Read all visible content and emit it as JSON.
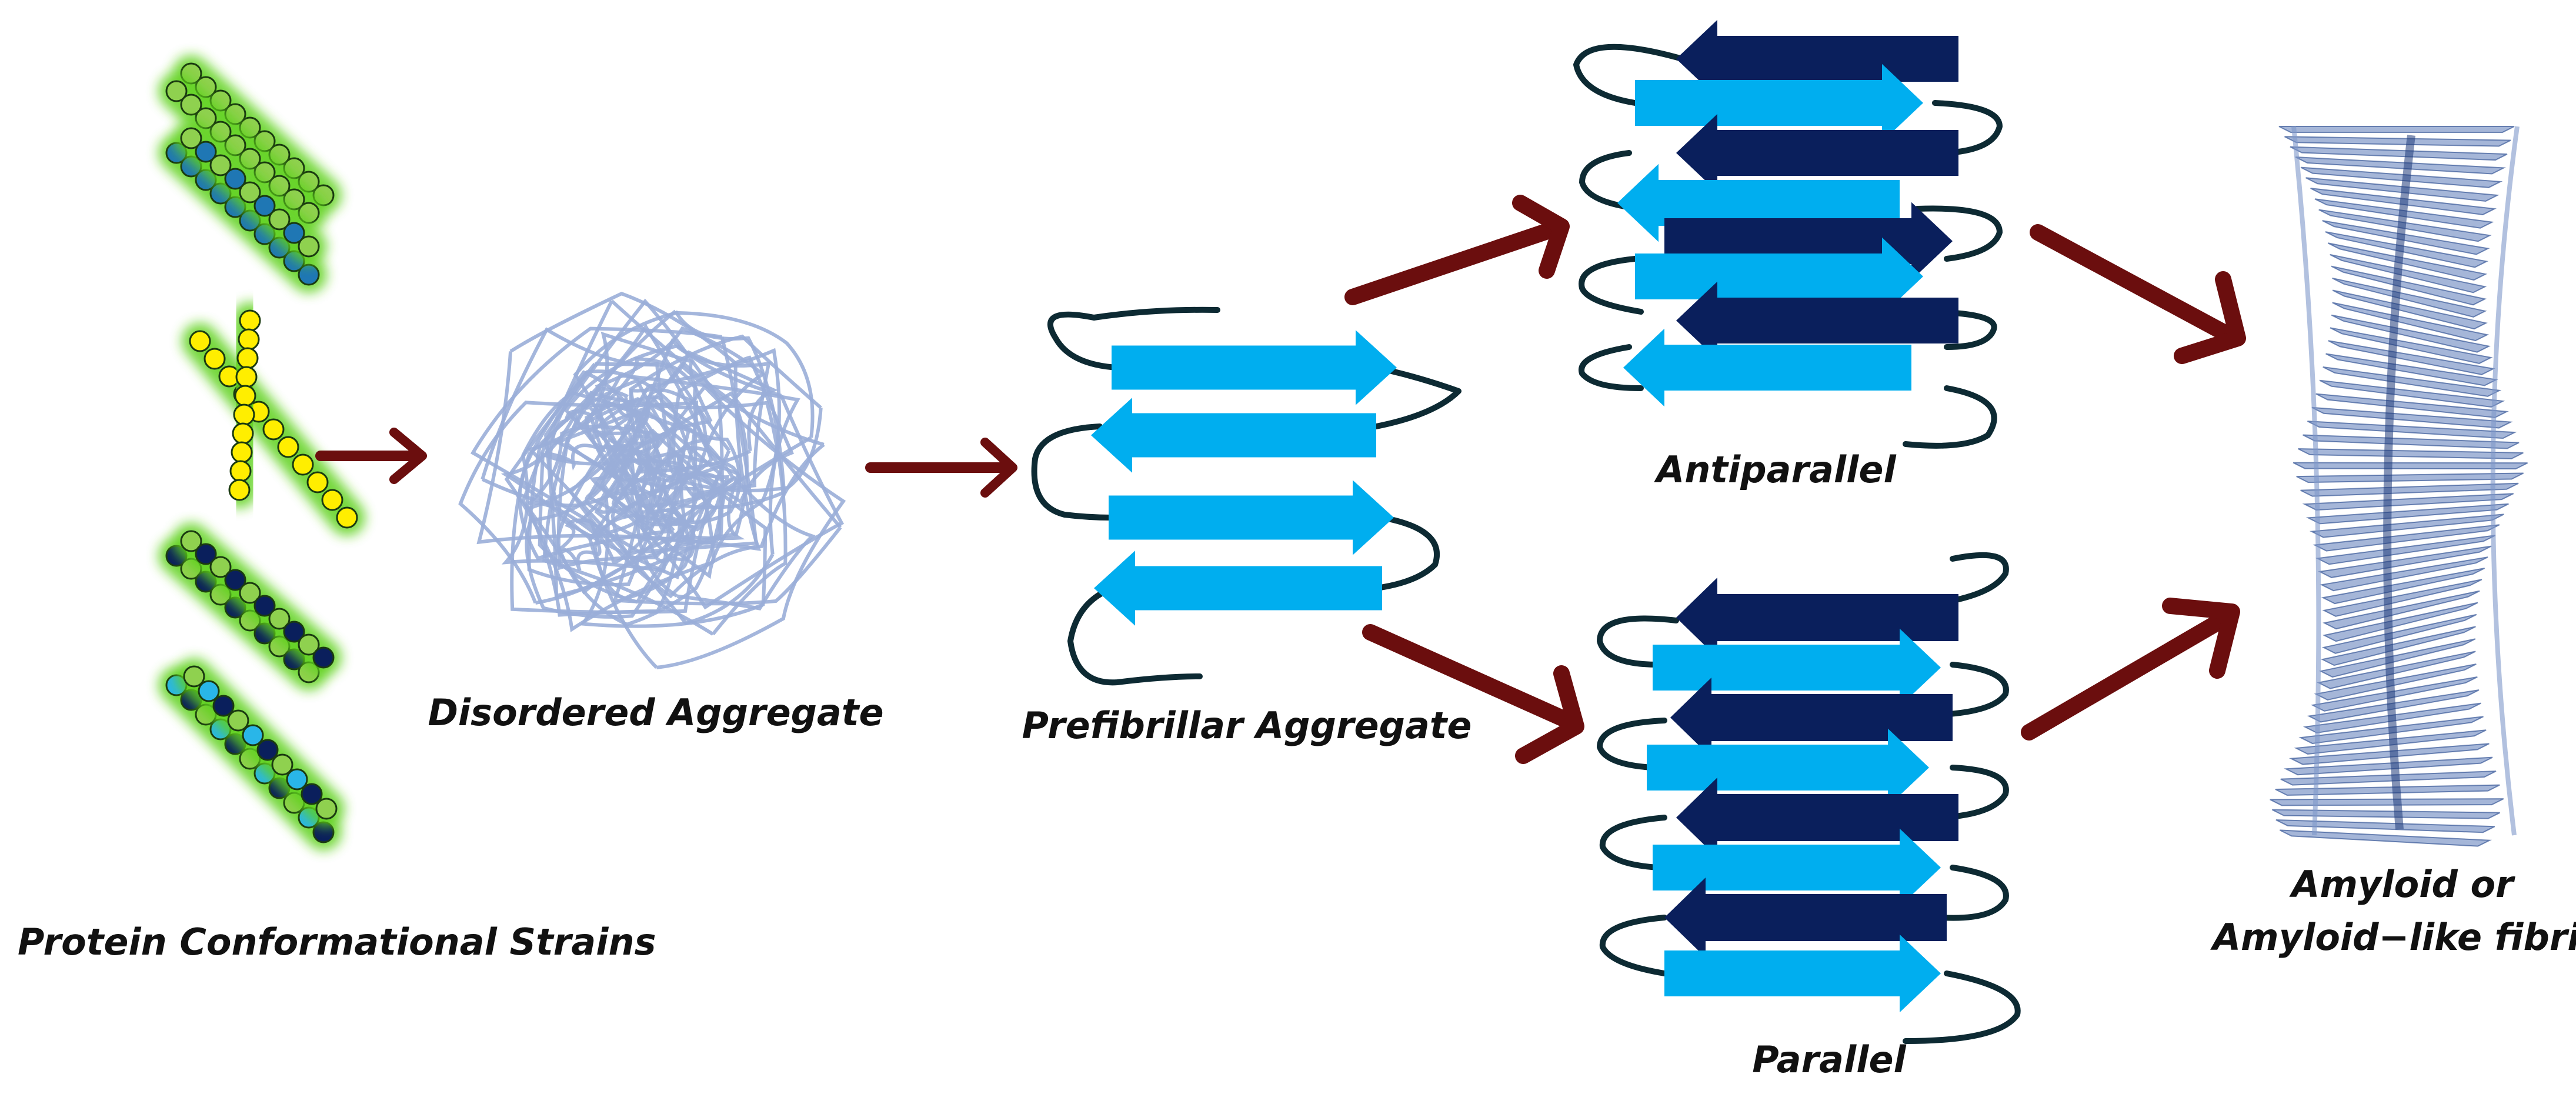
{
  "labels": {
    "strains": "Protein Conformational Strains",
    "disordered": "Disordered Aggregate",
    "prefibrillar": "Prefibrillar Aggregate",
    "antiparallel": "Antiparallel",
    "parallel": "Parallel",
    "fibril_line1": "Amyloid or",
    "fibril_line2": "Amyloid−like fibril"
  },
  "colors": {
    "arrow": "#6b0e0e",
    "light_strand": "#00aeef",
    "dark_strand": "#0a1f5c",
    "loop": "#0d2a33",
    "tangle": "#9aaed8",
    "fibril": "#5b7ab8",
    "green_bead": "#8fd14f",
    "teal_bead": "#1f77b4",
    "yellow_bead": "#ffee00",
    "navy_bead": "#0a1f5c",
    "cyan_bead": "#29b6e8",
    "glow": "#5fd11a"
  }
}
